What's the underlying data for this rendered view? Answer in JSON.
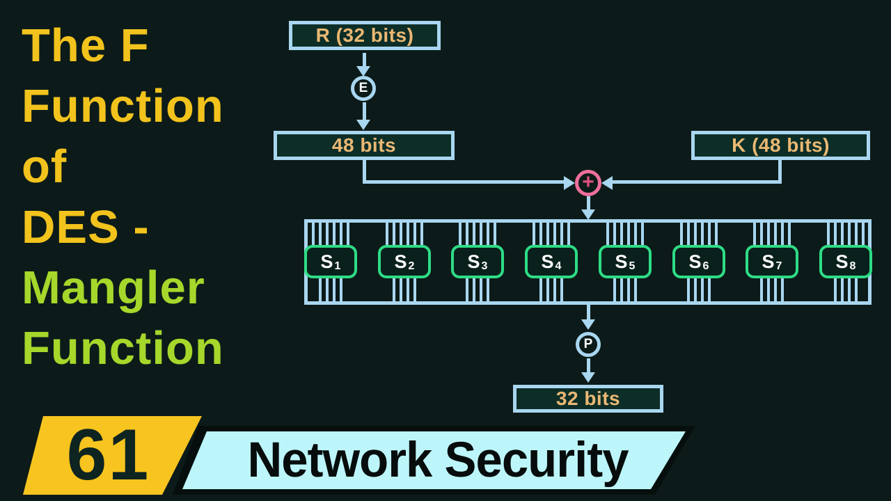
{
  "title": {
    "lines": [
      {
        "text": "The F",
        "color": "#f2c31d"
      },
      {
        "text": "Function",
        "color": "#f2c31d"
      },
      {
        "text": "of",
        "color": "#f2c31d"
      },
      {
        "text": "DES -",
        "color": "#f2c31d"
      },
      {
        "text": "Mangler",
        "color": "#a6d72b"
      },
      {
        "text": "Function",
        "color": "#a6d72b"
      }
    ]
  },
  "diagram": {
    "r_box_label": "R (32 bits)",
    "e_node_label": "E",
    "expanded_box_label": "48 bits",
    "k_box_label": "K (48 bits)",
    "xor_symbol": "+",
    "s_boxes": [
      {
        "base": "S",
        "sub": "1"
      },
      {
        "base": "S",
        "sub": "2"
      },
      {
        "base": "S",
        "sub": "3"
      },
      {
        "base": "S",
        "sub": "4"
      },
      {
        "base": "S",
        "sub": "5"
      },
      {
        "base": "S",
        "sub": "6"
      },
      {
        "base": "S",
        "sub": "7"
      },
      {
        "base": "S",
        "sub": "8"
      }
    ],
    "p_node_label": "P",
    "output_box_label": "32 bits"
  },
  "footer": {
    "episode_number": "61",
    "series_title": "Network Security"
  },
  "colors": {
    "background": "#0c1b19",
    "title_yellow": "#f2c31d",
    "title_green": "#a6d72b",
    "line_blue": "#a9d6f0",
    "box_fill": "#0d2e27",
    "box_text": "#eab873",
    "node_text": "#ffffff",
    "xor_pink": "#ee6f9b",
    "xor_symbol_color": "#e0507e",
    "sbox_green": "#2edc86",
    "sbox_fill": "#0a201c",
    "sbox_text": "#ffffff",
    "badge_yellow": "#f8c41f",
    "badge_text": "#0e2420",
    "banner_cyan": "#bdf6fa",
    "banner_border": "#060f0e",
    "banner_text": "#070c0c"
  }
}
